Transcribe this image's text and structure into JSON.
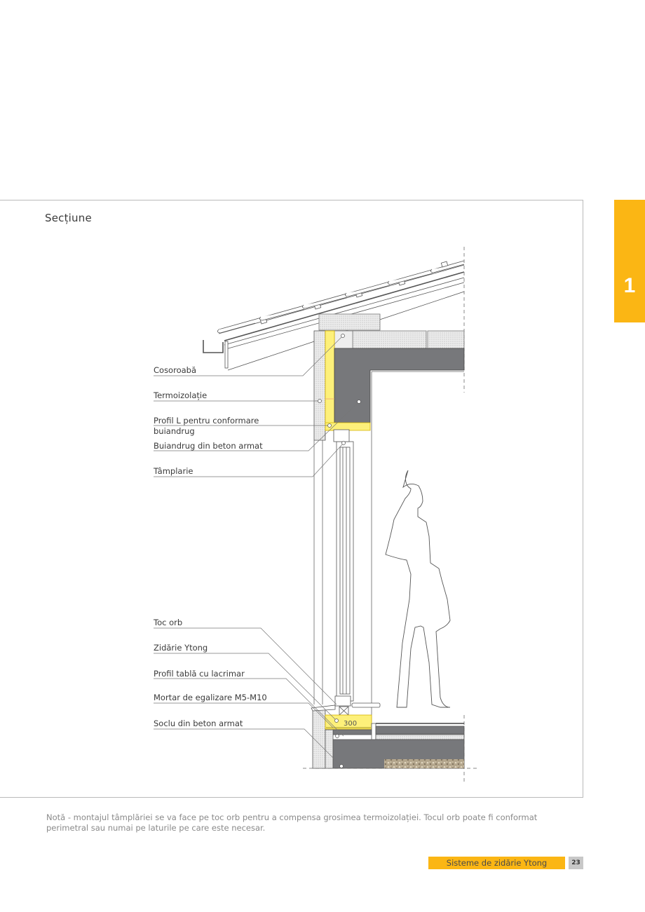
{
  "page": {
    "section_title": "Secțiune",
    "chapter_number": "1",
    "footer_title": "Sisteme de zidărie Ytong",
    "page_number": "23",
    "note": "Notă - montajul tâmplăriei se va face pe toc orb pentru a compensa grosimea termoizolației. Tocul orb poate fi conformat perimetral sau numai pe laturile pe care este necesar."
  },
  "labels": [
    {
      "id": "cosoroaba",
      "text": "Cosoroabă"
    },
    {
      "id": "termoizolatie",
      "text": "Termoizolație"
    },
    {
      "id": "profil-l",
      "text": "Profil L pentru conformare",
      "text2": "buiandrug"
    },
    {
      "id": "buiandrug",
      "text": "Buiandrug din beton armat"
    },
    {
      "id": "tamplarie",
      "text": "Tâmplarie"
    },
    {
      "id": "toc-orb",
      "text": "Toc orb"
    },
    {
      "id": "zidarie-ytong",
      "text": "Zidărie Ytong"
    },
    {
      "id": "profil-tabla",
      "text": "Profil tablă cu lacrimar"
    },
    {
      "id": "mortar",
      "text": "Mortar de egalizare M5-M10"
    },
    {
      "id": "soclu",
      "text": "Soclu din beton armat"
    }
  ],
  "drawing": {
    "dimension_label": "300",
    "colors": {
      "accent_yellow": "#fbb614",
      "insulation_yellow": "#fdf07a",
      "concrete_gray": "#77787b",
      "masonry_hatch": "#e6e6e6",
      "line": "#555555"
    }
  }
}
